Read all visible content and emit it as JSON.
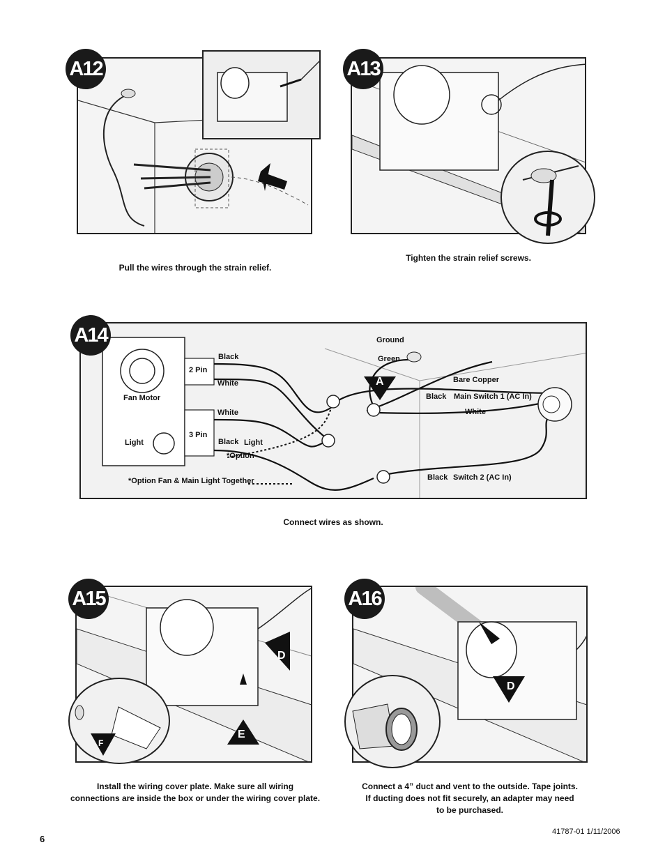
{
  "steps": {
    "a12": {
      "badge": "A12",
      "caption": "Pull the wires through the strain relief."
    },
    "a13": {
      "badge": "A13",
      "caption": "Tighten the strain relief screws."
    },
    "a14": {
      "badge": "A14",
      "caption": "Connect wires as shown.",
      "labels": {
        "fan_motor": "Fan Motor",
        "light": "Light",
        "two_pin": "2 Pin",
        "three_pin": "3 Pin",
        "black_top": "Black",
        "white_top": "White",
        "white_mid": "White",
        "black_mid": "Black",
        "light_wire": "Light",
        "option": "*Option",
        "option_note": "*Option Fan & Main Light Together",
        "ground": "Ground",
        "green": "Green",
        "callout_a": "A",
        "bare_copper": "Bare Copper",
        "black_sw1": "Black",
        "main_switch": "Main Switch 1 (AC In)",
        "white_sw": "White",
        "black_sw2": "Black",
        "switch2": "Switch 2 (AC In)"
      }
    },
    "a15": {
      "badge": "A15",
      "caption_line1": "Install the wiring cover plate. Make sure all wiring",
      "caption_line2": "connections are inside the box or under the wiring cover plate.",
      "callouts": {
        "d": "D",
        "e": "E",
        "f": "F"
      }
    },
    "a16": {
      "badge": "A16",
      "caption_line1": "Connect a 4” duct and vent to the outside. Tape joints.",
      "caption_line2": "If ducting does not fit securely, an adapter may need",
      "caption_line3": "to be purchased.",
      "callouts": {
        "d": "D"
      }
    }
  },
  "footer": {
    "page_number": "6",
    "doc_id": "41787-01   1/11/2006"
  }
}
